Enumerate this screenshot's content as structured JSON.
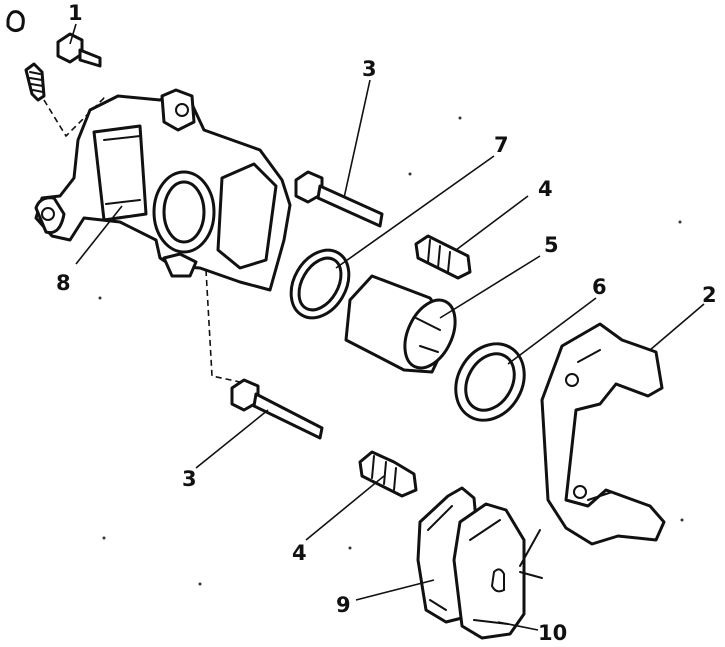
{
  "callouts": [
    {
      "id": "c1",
      "text": "1"
    },
    {
      "id": "c2",
      "text": "2"
    },
    {
      "id": "c3a",
      "text": "3"
    },
    {
      "id": "c3b",
      "text": "3"
    },
    {
      "id": "c4a",
      "text": "4"
    },
    {
      "id": "c4b",
      "text": "4"
    },
    {
      "id": "c5",
      "text": "5"
    },
    {
      "id": "c6",
      "text": "6"
    },
    {
      "id": "c7",
      "text": "7"
    },
    {
      "id": "c8",
      "text": "8"
    },
    {
      "id": "c9",
      "text": "9"
    },
    {
      "id": "c10",
      "text": "10"
    }
  ],
  "colors": {
    "ink": "#111111",
    "paper": "#ffffff"
  }
}
